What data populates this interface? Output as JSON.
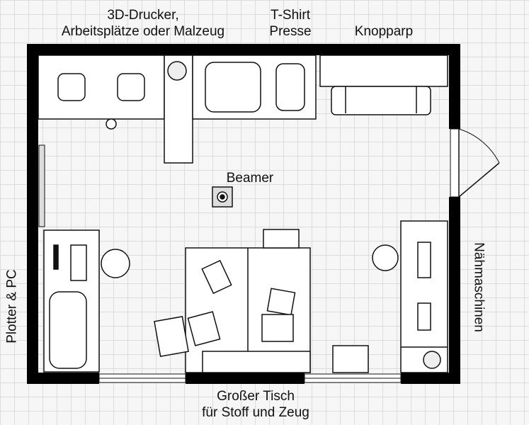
{
  "labels": {
    "printers_line1": "3D-Drucker,",
    "printers_line2": "Arbeitsplätze oder Malzeug",
    "tshirt_line1": "T-Shirt",
    "tshirt_line2": "Presse",
    "couch": "Knopparp",
    "projector": "Beamer",
    "plotter": "Plotter & PC",
    "sewing": "Nähmaschinen",
    "table_line1": "Großer Tisch",
    "table_line2": "für Stoff und Zeug"
  },
  "colors": {
    "wall": "#000000",
    "furniture": "#ffffff",
    "line": "#111111"
  }
}
